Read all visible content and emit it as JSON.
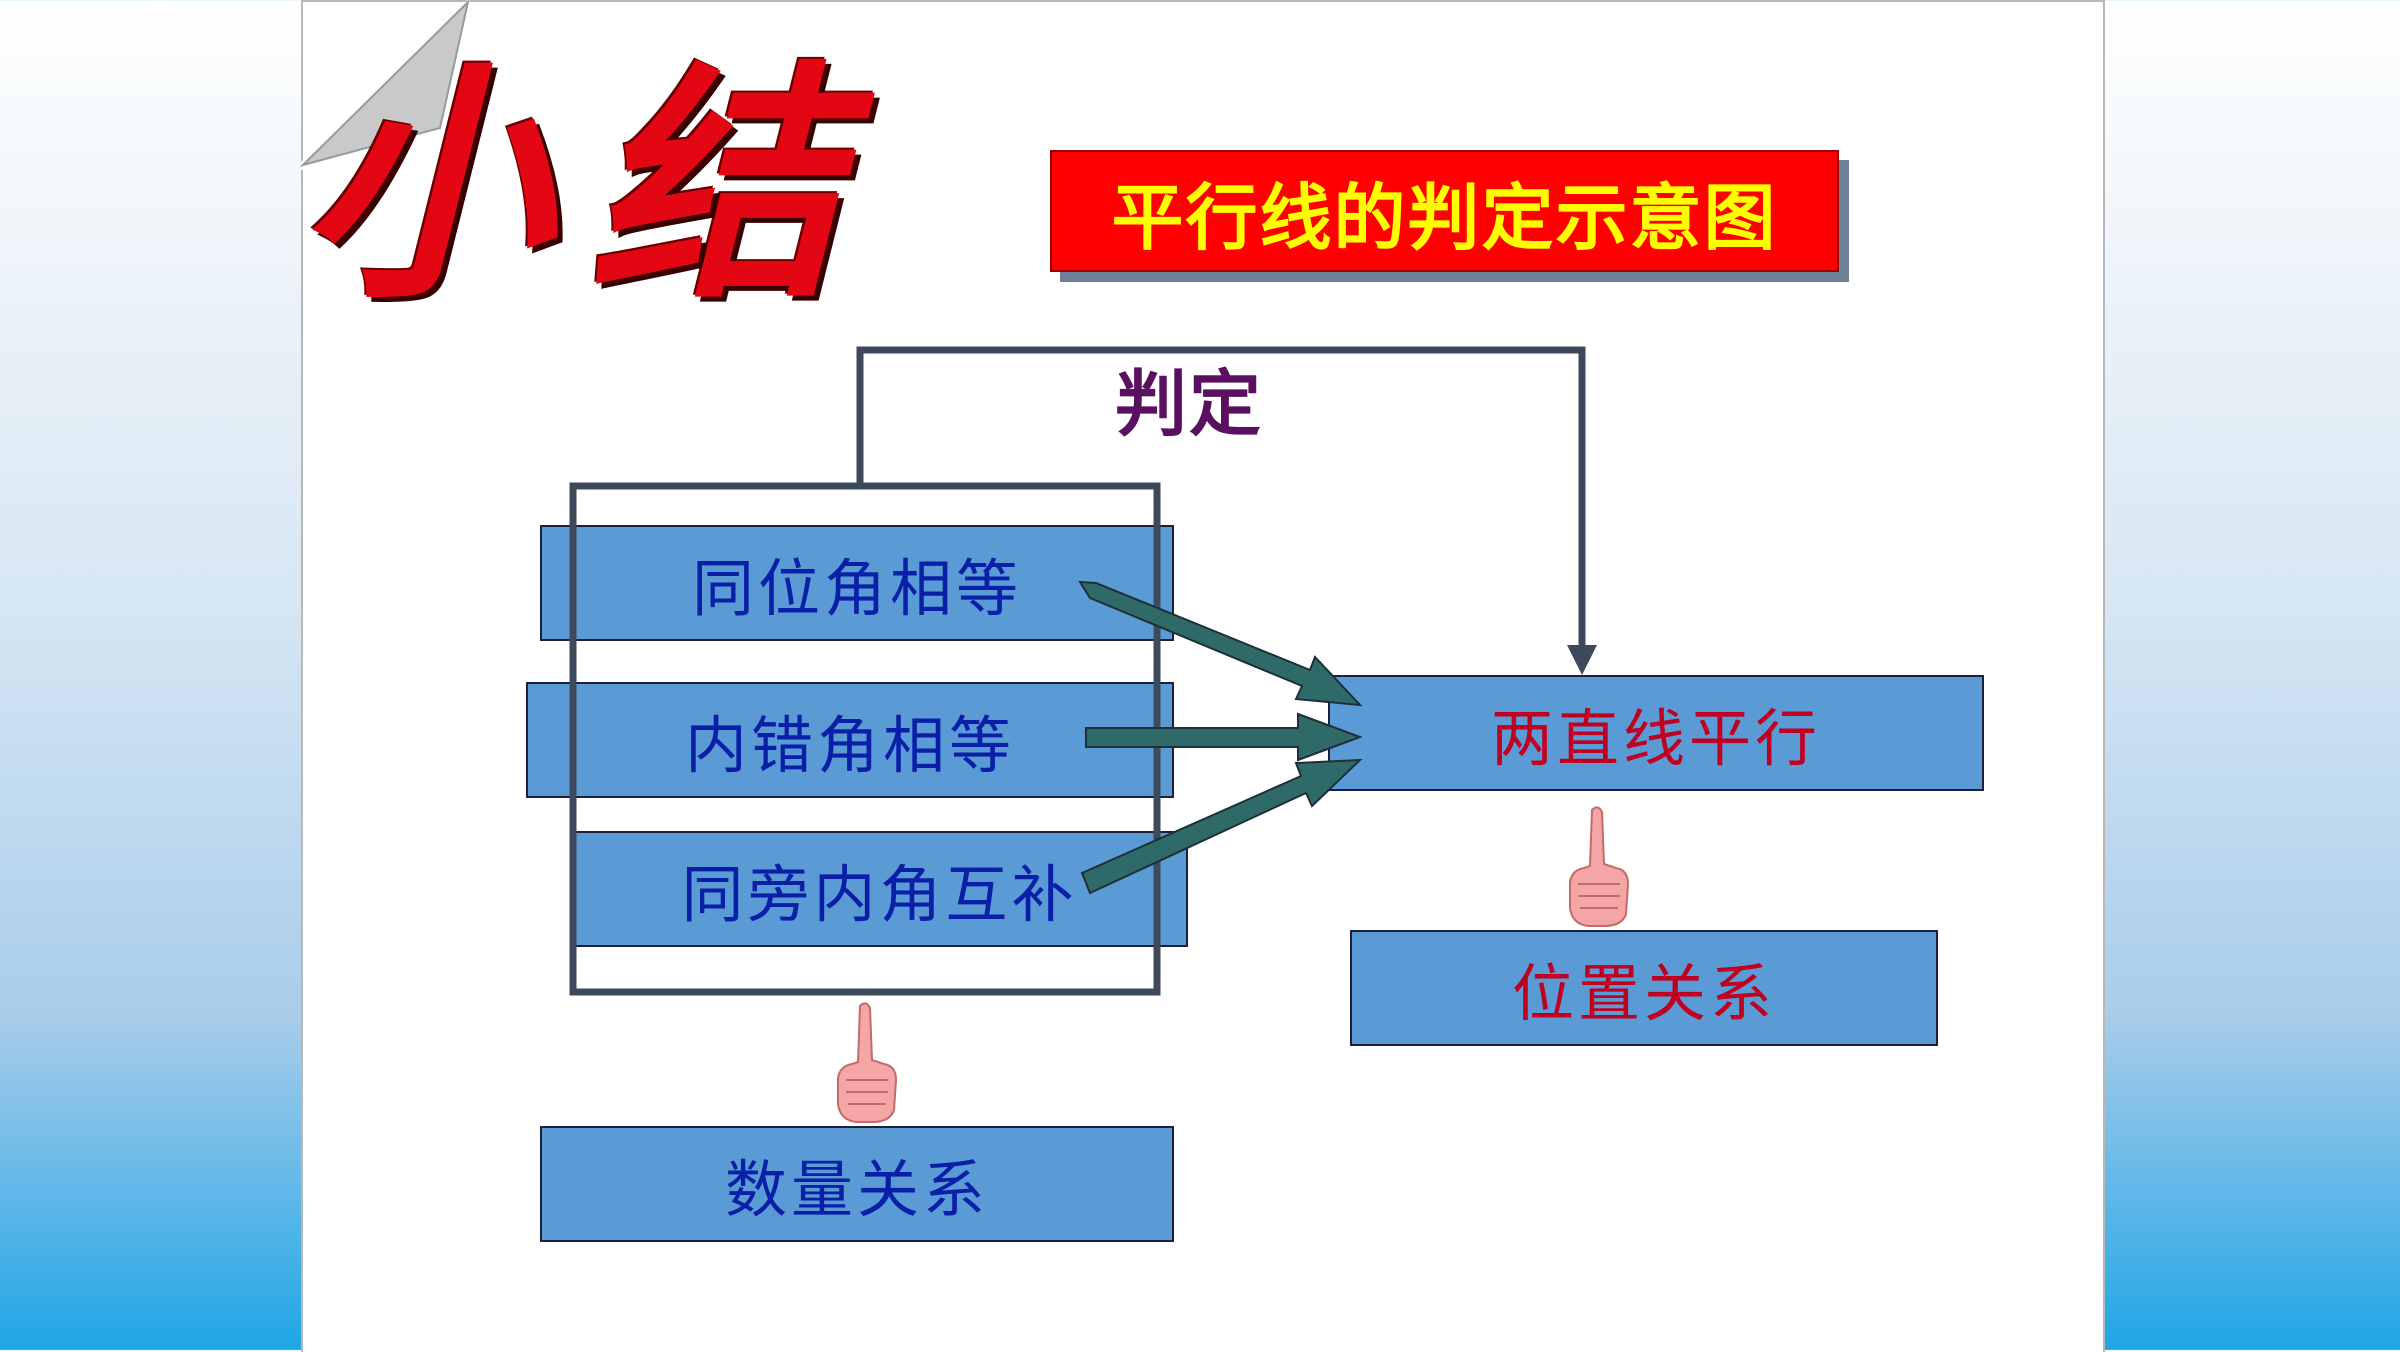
{
  "slide": {
    "heading": "小结",
    "title_box": "平行线的判定示意图",
    "judge_label": "判定",
    "conditions": [
      "同位角相等",
      "内错角相等",
      "同旁内角互补"
    ],
    "conclusion": "两直线平行",
    "left_category": "数量关系",
    "right_category": "位置关系"
  },
  "colors": {
    "box_fill": "#5b9bd5",
    "condition_text": "#0a1fa8",
    "conclusion_text": "#c00020",
    "title_box_fill": "#ff0000",
    "title_box_text": "#ffff00",
    "arrow_fill": "#2e6b68",
    "frame_stroke": "#3d4a5c"
  },
  "icons": [
    "pointing-hand-icon",
    "pointing-hand-icon"
  ]
}
